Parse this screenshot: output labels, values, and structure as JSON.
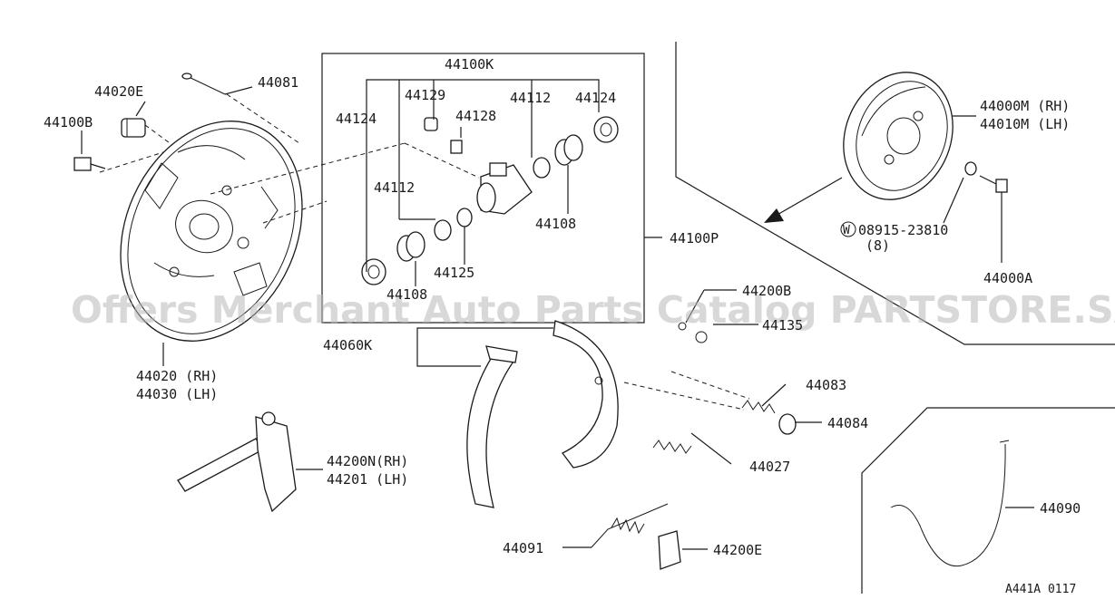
{
  "diagram": {
    "watermark": "Offers Merchant Auto Parts Catalog PARTSTORE.SA",
    "figure_code": "A441A 0117",
    "labels": {
      "p44081": "44081",
      "p44020E": "44020E",
      "p44100B": "44100B",
      "p44020": "44020 (RH)",
      "p44030": "44030 (LH)",
      "p44100K": "44100K",
      "p44124a": "44124",
      "p44129": "44129",
      "p44128": "44128",
      "p44112a": "44112",
      "p44124b": "44124",
      "p44112b": "44112",
      "p44108a": "44108",
      "p44125": "44125",
      "p44108b": "44108",
      "p44100P": "44100P",
      "p44000M": "44000M (RH)",
      "p44010M": "44010M (LH)",
      "p08915": "08915-23810",
      "p08915qty": "(8)",
      "p08915prefix": "W",
      "p44000A": "44000A",
      "p44200B": "44200B",
      "p44135": "44135",
      "p44060K": "44060K",
      "p44083": "44083",
      "p44084": "44084",
      "p44027": "44027",
      "p44200N": "44200N(RH)",
      "p44201": "44201  (LH)",
      "p44091": "44091",
      "p44200E": "44200E",
      "p44090": "44090"
    }
  }
}
